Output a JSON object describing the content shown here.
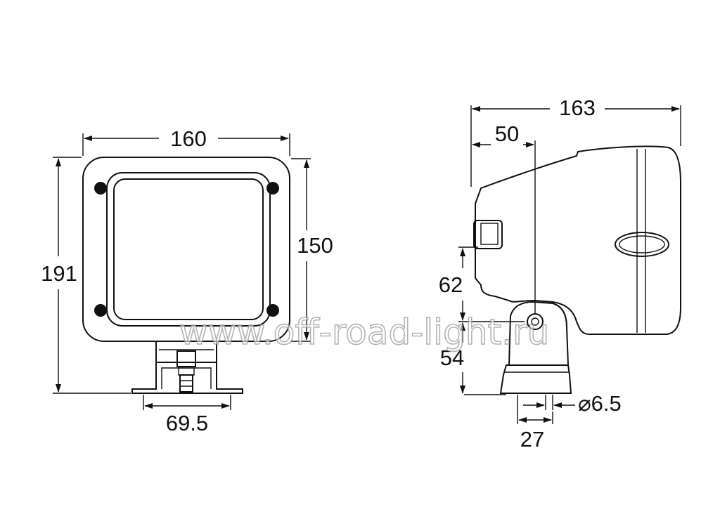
{
  "dimensions": {
    "front_width": "160",
    "front_height": "191",
    "front_inner_height": "150",
    "bracket_width": "69.5",
    "side_length": "163",
    "side_pivot_offset": "50",
    "side_height_upper": "62",
    "side_height_lower": "54",
    "bolt_diameter": "⌀6.5",
    "base_width": "27"
  },
  "watermark": "www.off-road-light.ru",
  "colors": {
    "line": "#111111",
    "background": "#ffffff"
  }
}
